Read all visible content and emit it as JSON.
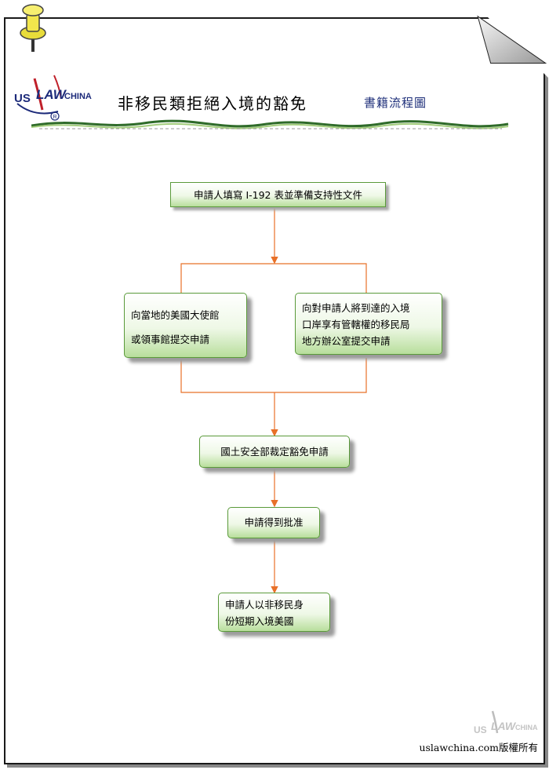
{
  "header": {
    "logo_text": "USLAWCHINA",
    "title": "非移民類拒絕入境的豁免",
    "subtitle": "書籍流程圖"
  },
  "flow": {
    "step1": "申請人填寫 I-192 表並準備支持性文件",
    "option_left": {
      "line1": "向當地的美國大使館",
      "line2": "或領事館提交申請"
    },
    "option_right": {
      "line1": "向對申請人將到達的入境",
      "line2": "口岸享有管轄權的移民局",
      "line3": "地方辦公室提交申請"
    },
    "step3": "國土安全部裁定豁免申請",
    "step4": "申請得到批准",
    "step5": {
      "line1": "申請人以非移民身",
      "line2": "份短期入境美國"
    }
  },
  "footer": {
    "copyright": "uslawchina.com版權所有",
    "watermark_text": "USLAWCHINA"
  },
  "colors": {
    "connector": "#e87028",
    "box_border": "#5a9a3a",
    "title_accent": "#1e2f7a"
  }
}
